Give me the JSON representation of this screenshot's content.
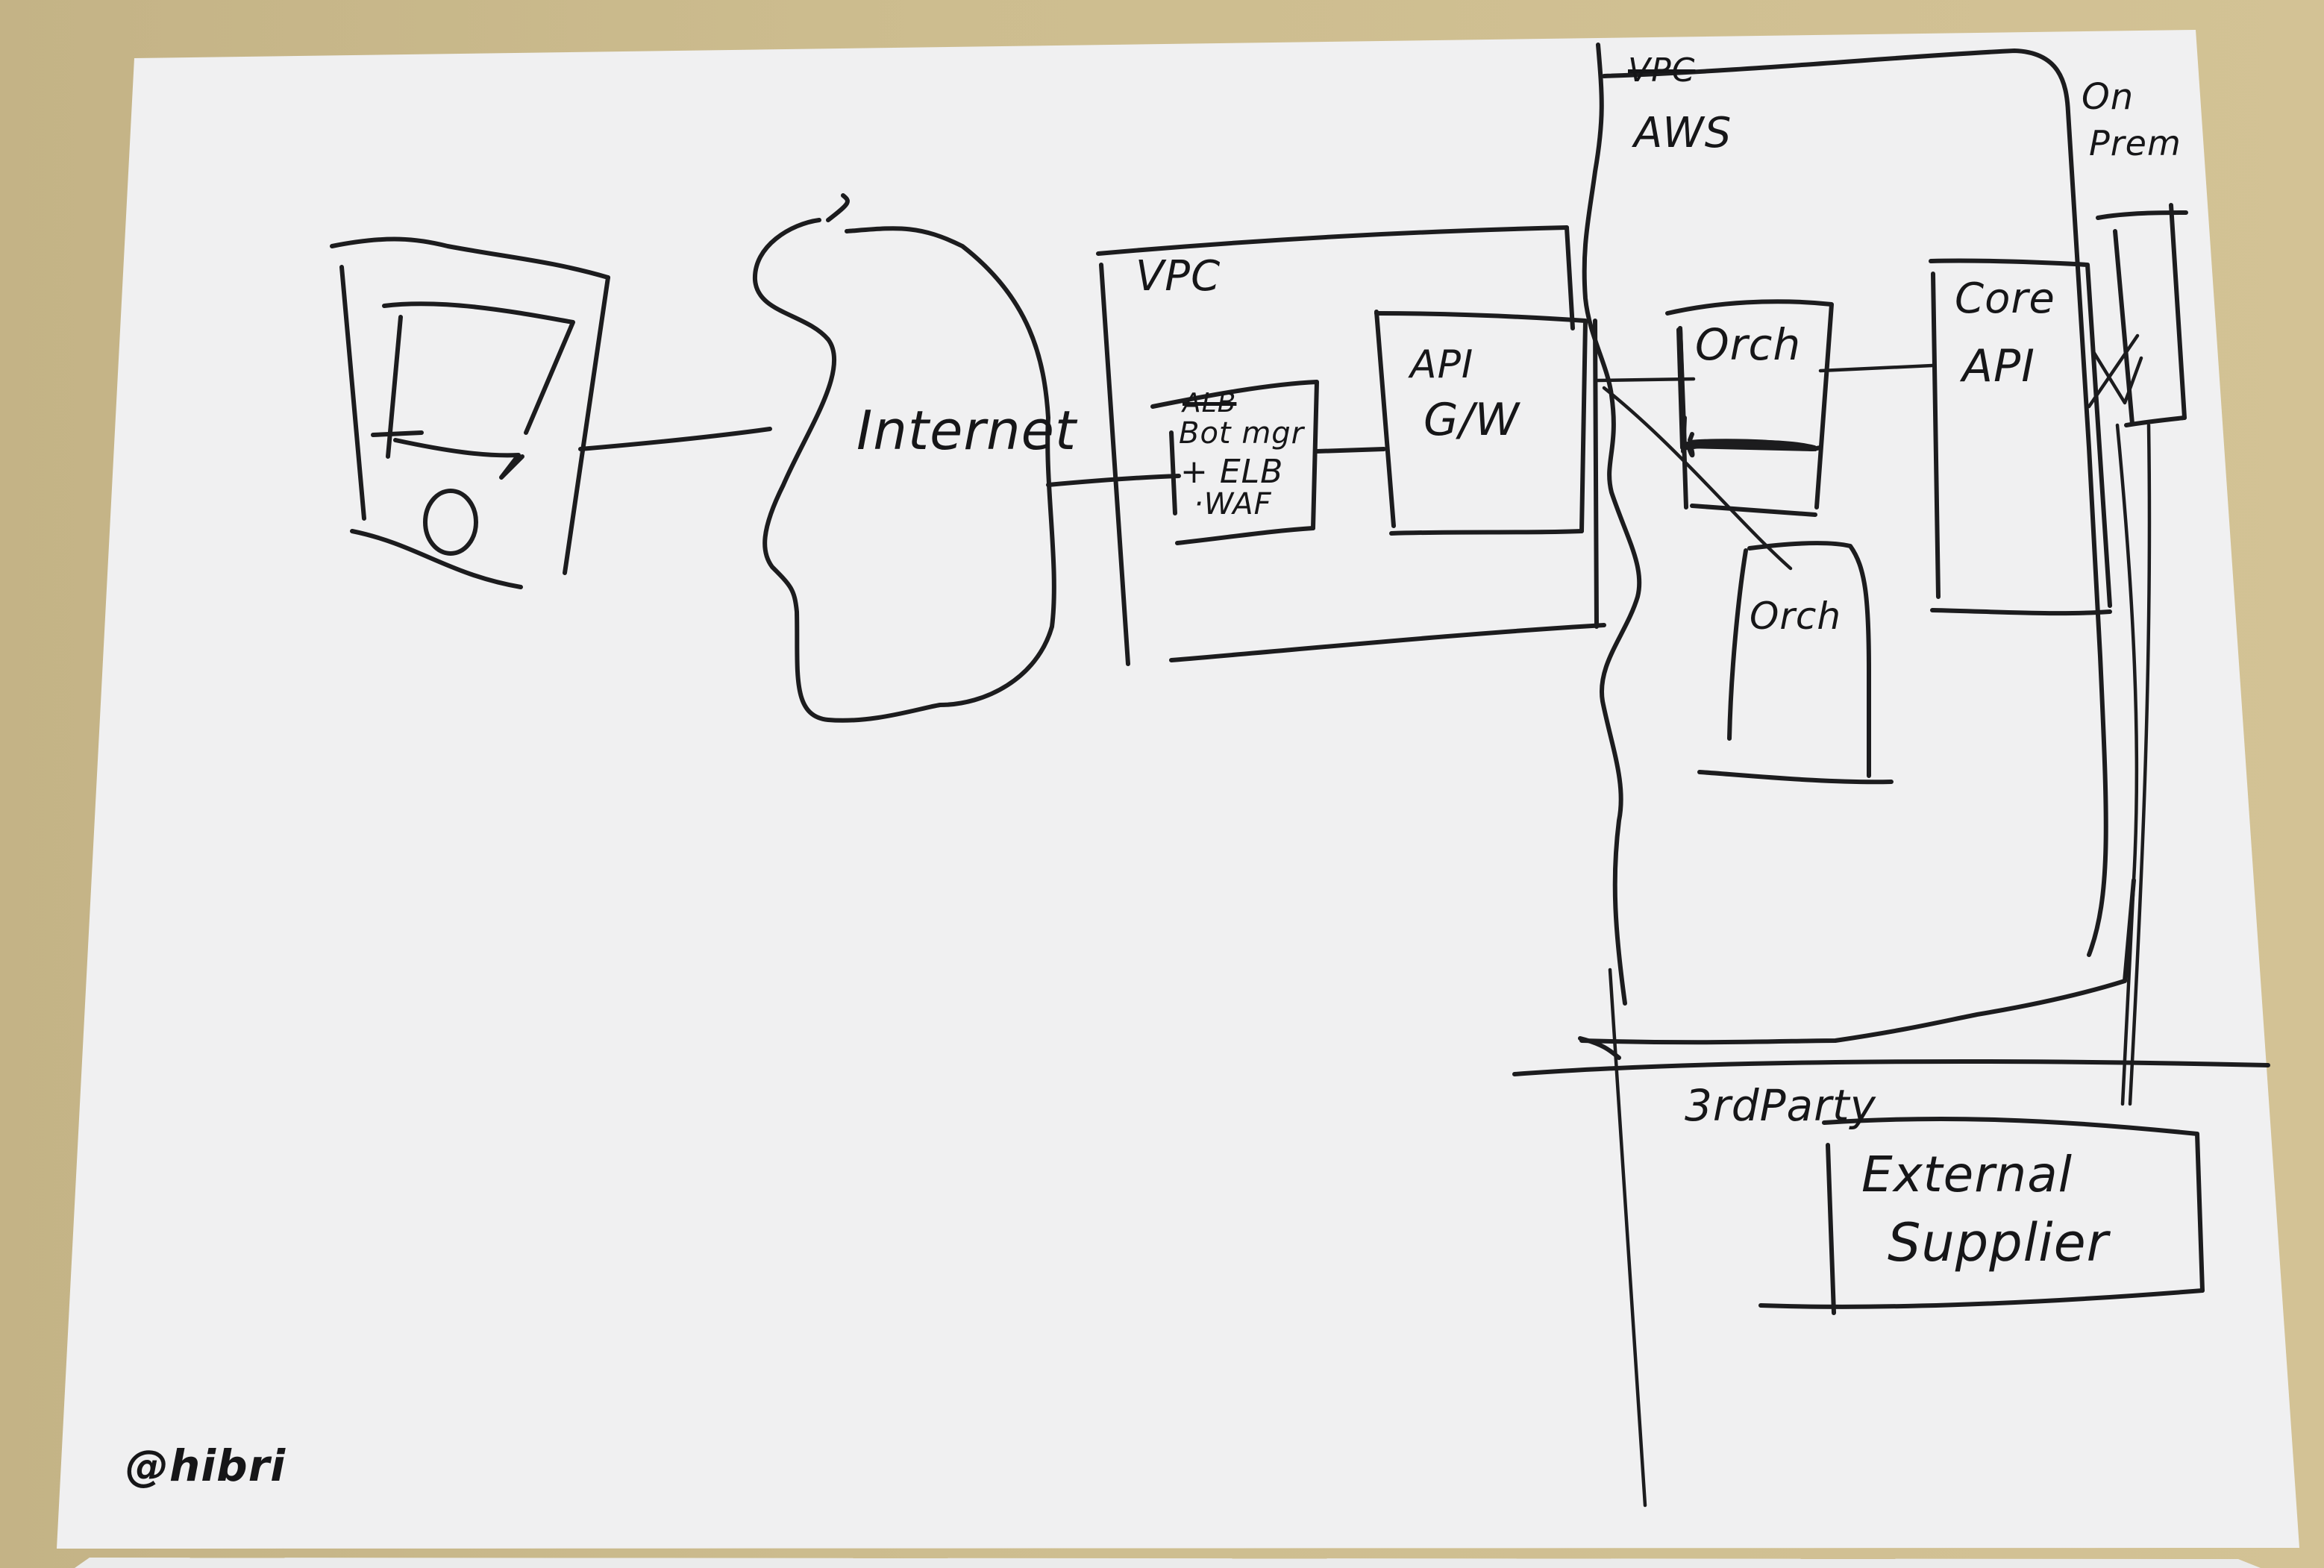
{
  "diagram": {
    "type": "hand-drawn architecture sketch",
    "colors": {
      "ink": "#1c1c1e",
      "paper": "#f1f1f1",
      "desk": "#c9b98c"
    },
    "zones": {
      "left_vpc": {
        "label": "VPC"
      },
      "aws": {
        "label": "AWS",
        "struck_label": "VPC"
      },
      "on_prem": {
        "label_line1": "On",
        "label_line2": "Prem"
      },
      "third_party": {
        "label": "3rdParty"
      }
    },
    "nodes": {
      "device": {
        "label": "",
        "icon": "mobile-device-icon"
      },
      "internet": {
        "label": "Internet"
      },
      "edge": {
        "struck_label": "ALB",
        "line1": "Bot mgr",
        "line2": "+ ELB",
        "line3": "·WAF"
      },
      "api_gateway": {
        "line1": "API",
        "line2": "G/W"
      },
      "orch_primary": {
        "label": "Orch"
      },
      "orch_secondary": {
        "label": "Orch"
      },
      "core_api": {
        "line1": "Core",
        "line2": "API"
      },
      "on_prem_box": {
        "label": ""
      },
      "external_supplier": {
        "line1": "External",
        "line2": "Supplier"
      }
    },
    "connections": [
      {
        "from": "device",
        "to": "internet"
      },
      {
        "from": "internet",
        "to": "edge"
      },
      {
        "from": "edge",
        "to": "api_gateway"
      },
      {
        "from": "api_gateway",
        "to": "orch_primary"
      },
      {
        "from": "api_gateway",
        "to": "orch_secondary"
      },
      {
        "from": "orch_primary",
        "to": "core_api"
      },
      {
        "from": "core_api",
        "to": "on_prem_box",
        "note": "crossed out"
      },
      {
        "from": "on_prem_box",
        "to": "external_supplier"
      }
    ],
    "signature": "@hibri"
  }
}
